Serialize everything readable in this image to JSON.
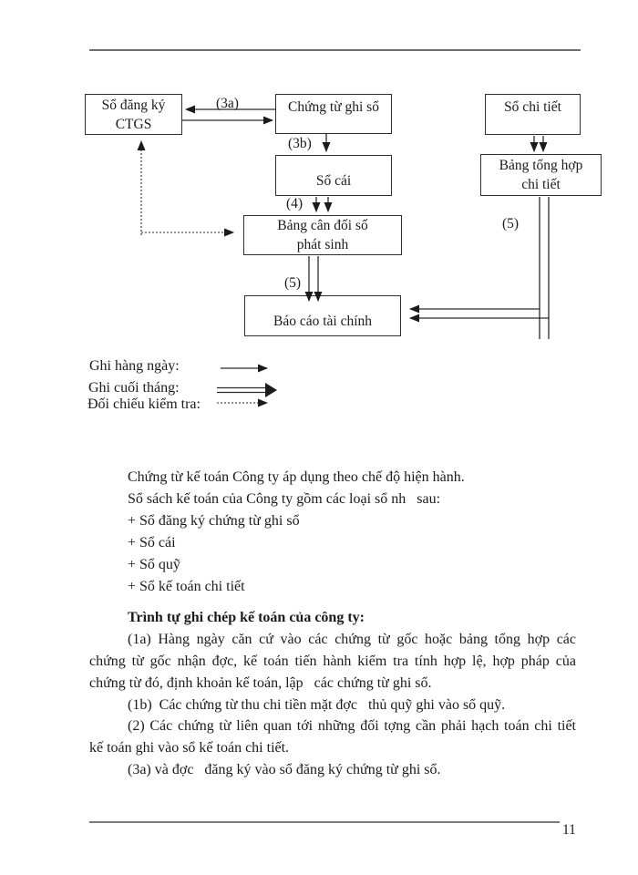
{
  "page": {
    "number": "11"
  },
  "flowchart": {
    "boxes": [
      {
        "id": "so-dang-ky-ctgs",
        "lines": [
          "Sổ đăng ký",
          "CTGS"
        ]
      },
      {
        "id": "chung-tu-ghi-so",
        "lines": [
          "Chứng từ ghi sổ"
        ]
      },
      {
        "id": "so-chi-tiet",
        "lines": [
          "Sổ chi tiết"
        ]
      },
      {
        "id": "so-cai",
        "lines": [
          "Sổ cái"
        ]
      },
      {
        "id": "bang-tong-hop",
        "lines": [
          "Bảng tổng hợp",
          "chi tiết"
        ]
      },
      {
        "id": "bang-can-doi",
        "lines": [
          "Bảng cân đối số",
          "phát sinh"
        ]
      },
      {
        "id": "bao-cao-tai-chinh",
        "lines": [
          "Báo cáo tài chính"
        ]
      }
    ],
    "labels": {
      "l3a": "(3a)",
      "l3b": "(3b)",
      "l4": "(4)",
      "l5_left": "(5)",
      "l5_right": "(5)"
    }
  },
  "legend": {
    "daily": "Ghi hàng ngày:",
    "monthly": "Ghi cuối tháng:",
    "check": "Đối chiếu kiểm tra:"
  },
  "body": {
    "lines": [
      {
        "text": "Chứng từ kế toán Công ty áp dụng theo chế độ hiện hành."
      },
      {
        "text": "Sổ sách kế toán của Công ty gồm các loại sổ nh   sau:"
      },
      {
        "text": "+ Sổ đăng ký chứng từ ghi sổ"
      },
      {
        "text": "+ Sổ cái"
      },
      {
        "text": "+ Sổ quỹ"
      },
      {
        "text": "+ Sổ kế toán chi tiết"
      },
      {
        "text": "Trình tự ghi chép kế toán của công ty:"
      },
      {
        "text": "(1a)   Hàng ngày căn cứ vào các chứng từ gốc hoặc bảng tổng hợp các"
      },
      {
        "text": "chứng từ gốc nhận đợc,   kế toán tiến hành kiểm tra tính hợp lệ, hợp pháp của"
      },
      {
        "text": "chứng từ đó, định khoản kế toán, lập   các chứng từ ghi sổ."
      },
      {
        "text": "(1b)  Các chứng từ thu chi tiền mặt đợc   thủ quỹ ghi vào sổ quỹ."
      },
      {
        "text": "(2)  Các chứng từ liên quan tới những đối tợng   cần phải hạch toán chi tiết"
      },
      {
        "text": "kế toán ghi vào sổ kế toán chi tiết."
      },
      {
        "text": "(3a) và đợc   đăng ký vào sổ đăng ký chứng từ ghi sổ."
      }
    ]
  },
  "colors": {
    "ink": "#1b1b1b",
    "line": "#2b2b2b",
    "rule": "#6e6e6e",
    "paper": "#ffffff"
  }
}
